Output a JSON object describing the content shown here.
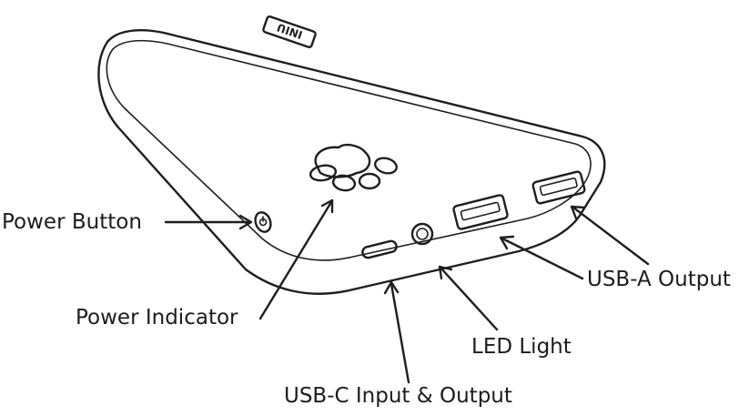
{
  "diagram": {
    "labels": {
      "power_button": "Power Button",
      "power_indicator": "Power Indicator",
      "usb_c": "USB-C Input & Output",
      "led_light": "LED Light",
      "usb_a": "USB-A Output"
    },
    "brand_logo_text": "INIU"
  }
}
